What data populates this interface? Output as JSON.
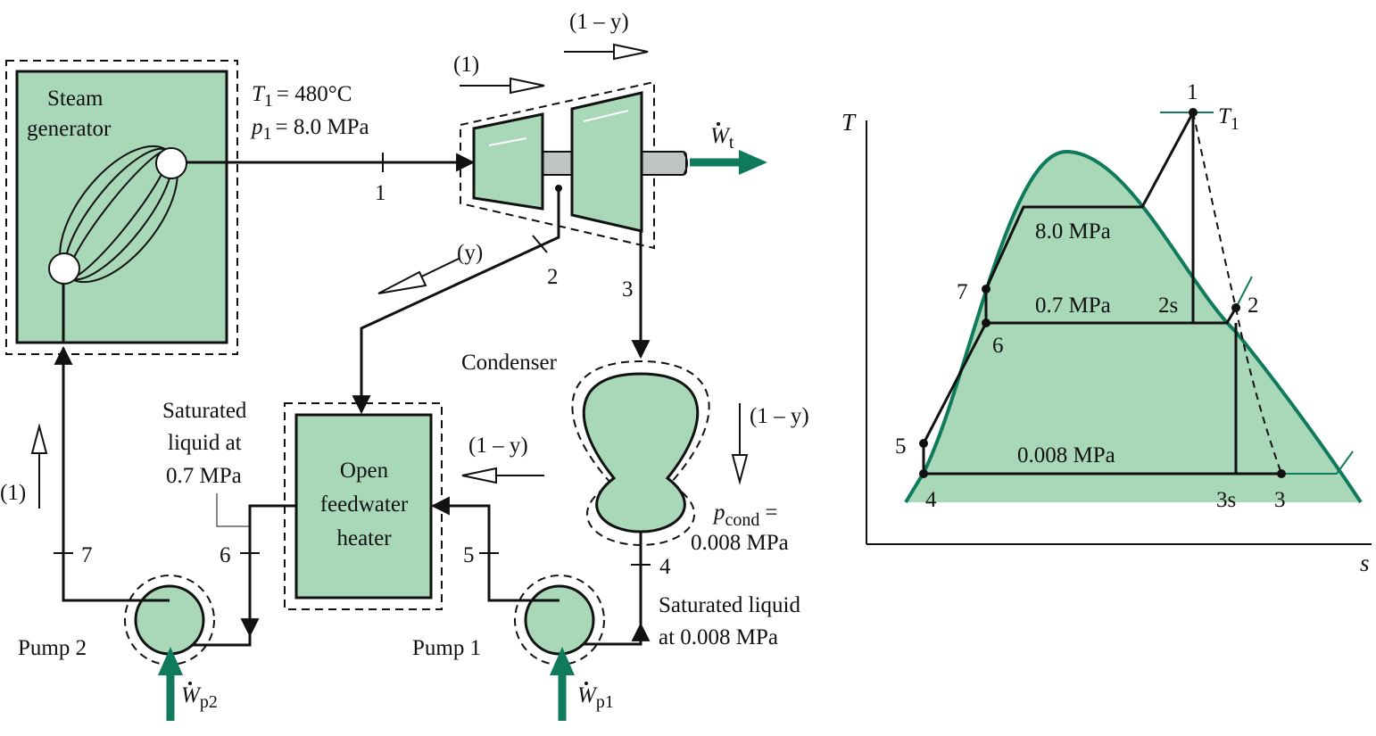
{
  "labels": {
    "steam_generator_line1": "Steam",
    "steam_generator_line2": "generator",
    "T1_symbol": "T",
    "T1_sub": "1",
    "T1_value": "= 480°C",
    "p1_symbol": "p",
    "p1_sub": "1",
    "p1_value": "= 8.0 MPa",
    "state_1": "1",
    "state_2": "2",
    "state_3": "3",
    "state_4": "4",
    "state_5": "5",
    "state_6": "6",
    "state_7": "7",
    "flow_1_turbine": "(1)",
    "flow_1my_top": "(1 – y)",
    "flow_y": "(y)",
    "flow_1my_feed": "(1 – y)",
    "flow_1my_cond": "(1 – y)",
    "flow_1_return": "(1)",
    "Wt_symbol": "W",
    "Wt_sub": "t",
    "condenser": "Condenser",
    "sat_liq_07_l1": "Saturated",
    "sat_liq_07_l2": "liquid at",
    "sat_liq_07_l3": "0.7 MPa",
    "fwh_l1": "Open",
    "fwh_l2": "feedwater",
    "fwh_l3": "heater",
    "pcond_symbol": "p",
    "pcond_sub": "cond",
    "pcond_eq": "=",
    "pcond_value": "0.008 MPa",
    "sat_liq_0008_l1": "Saturated liquid",
    "sat_liq_0008_l2": "at 0.008 MPa",
    "pump2": "Pump 2",
    "pump1": "Pump 1",
    "Wp2_symbol": "W",
    "Wp2_sub": "p2",
    "Wp1_symbol": "W",
    "Wp1_sub": "p1"
  },
  "ts_chart": {
    "axis_T": "T",
    "axis_s": "s",
    "T1_symbol": "T",
    "T1_sub": "1",
    "p_high": "8.0 MPa",
    "p_mid": "0.7 MPa",
    "p_low": "0.008 MPa",
    "pt_1": "1",
    "pt_2": "2",
    "pt_2s": "2s",
    "pt_3": "3",
    "pt_3s": "3s",
    "pt_4": "4",
    "pt_5": "5",
    "pt_6": "6",
    "pt_7": "7"
  },
  "colors": {
    "component_fill": "#a9d8b8",
    "accent_green": "#0f7a5c"
  }
}
